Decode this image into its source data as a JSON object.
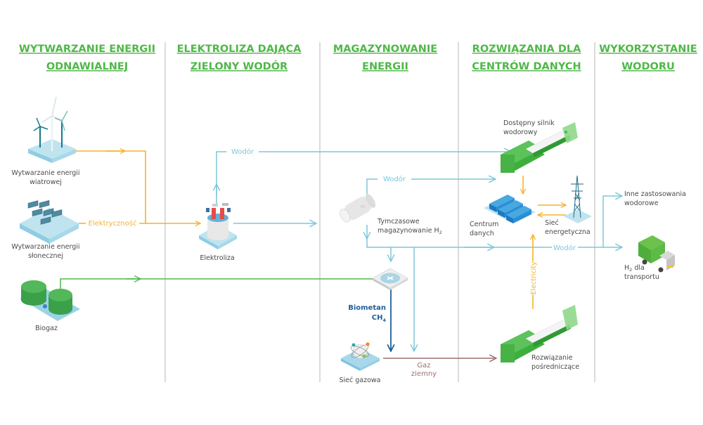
{
  "columns": [
    {
      "line1": "WYTWARZANIE ENERGII",
      "line2": "ODNAWIALNEJ"
    },
    {
      "line1": "ELEKTROLIZA DAJĄCA",
      "line2": "ZIELONY WODÓR"
    },
    {
      "line1": "MAGAZYNOWANIE",
      "line2": "ENERGII"
    },
    {
      "line1": "ROZWIĄZANIA DLA",
      "line2": "CENTRÓW DANYCH"
    },
    {
      "line1": "WYKORZYSTANIE",
      "line2": "WODORU"
    }
  ],
  "nodes": {
    "wind": {
      "line1": "Wytwarzanie energii",
      "line2": "wiatrowej",
      "icon": "wind-turbine-icon"
    },
    "solar": {
      "line1": "Wytwarzanie energii",
      "line2": "słonecznej",
      "icon": "solar-panel-icon"
    },
    "biogas": {
      "line1": "Biogaz",
      "icon": "biogas-tank-icon"
    },
    "electrolysis": {
      "line1": "Elektroliza",
      "icon": "electrolyzer-icon"
    },
    "storage": {
      "line1": "Tymczasowe",
      "line2": "magazynowanie H",
      "line2_sub": "2",
      "icon": "hydrogen-tank-icon"
    },
    "mixer": {
      "icon": "gas-mixer-icon"
    },
    "gas_grid": {
      "line1": "Sieć gazowa",
      "icon": "gas-grid-molecule-icon"
    },
    "engine": {
      "line1": "Dostępny silnik",
      "line2": "wodorowy",
      "icon": "hydrogen-engine-icon"
    },
    "datacenter": {
      "line1": "Centrum",
      "line2": "danych",
      "icon": "server-racks-icon"
    },
    "power_grid": {
      "line1": "Sieć",
      "line2": "energetyczna",
      "icon": "power-pylon-icon"
    },
    "bridge": {
      "line1": "Rozwiązanie",
      "line2": "pośredniczące",
      "icon": "gas-engine-icon"
    },
    "other_uses": {
      "line1": "Inne zastosowania",
      "line2": "wodorowe"
    },
    "transport": {
      "line1": "H",
      "line1_sub": "2",
      "line1_rest": " dla",
      "line2": "transportu",
      "icon": "truck-icon"
    }
  },
  "flows": {
    "electricity": "Elektryczność",
    "hydrogen_top": "Wodór",
    "hydrogen_mid": "Wodór",
    "hydrogen_low": "Wodór",
    "biomethane_line1": "Biometan",
    "biomethane_line2": "CH",
    "biomethane_sub": "4",
    "natural_gas_line1": "Gaz",
    "natural_gas_line2": "ziemny",
    "electricity_vertical": "Electricity"
  },
  "colors": {
    "heading": "#4fb848",
    "electricity": "#f4b32a",
    "hydrogen": "#7cc7d9",
    "biogas": "#4fb848",
    "biomethane": "#1f5f99",
    "natural_gas": "#9c6f6d",
    "divider": "#c8c8c8"
  }
}
